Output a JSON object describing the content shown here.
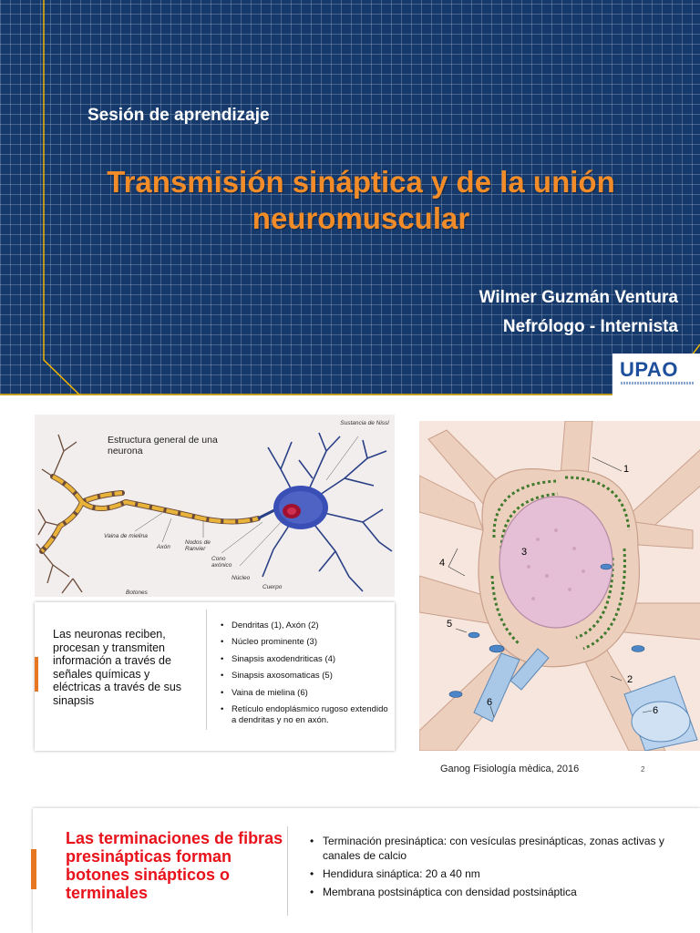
{
  "title_slide": {
    "subtitle": "Sesión de aprendizaje",
    "title": "Transmisión sináptica y de la unión neuromuscular",
    "author": "Wilmer Guzmán Ventura",
    "role": "Nefrólogo - Internista",
    "logo": "UPAO"
  },
  "neuron_figure": {
    "heading": "Estructura general de una neurona",
    "labels": {
      "nissl": "Sustancia de Nissl",
      "myelin": "Vaina de mielina",
      "axon": "Axón",
      "ranvier": "Nodos de Ranvier",
      "cone": "Cono axónico",
      "nucleus": "Núcleo",
      "body": "Cuerpo",
      "buttons": "Botones"
    }
  },
  "neuron_info": {
    "description": "Las neuronas reciben, procesan y transmiten información a través de señales químicas y eléctricas a través de sus sinapsis",
    "items": [
      "Dendritas (1), Axón (2)",
      "Núcleo prominente (3)",
      "Sinapsis axodendriticas (4)",
      "Sinapsis axosomaticas (5)",
      "Vaina de mielina (6)",
      "Retículo endoplásmico rugoso extendido a dendritas y no en axón."
    ]
  },
  "cell_figure": {
    "numbers": [
      "1",
      "2",
      "3",
      "4",
      "5",
      "6",
      "6"
    ],
    "caption": "Ganog Fisiología mèdica, 2016",
    "page": "2"
  },
  "terminal_slide": {
    "headline": "Las terminaciones de fibras presinápticas forman botones sinápticos o terminales",
    "items": [
      "Terminación presináptica: con vesículas presinápticas, zonas activas y canales de calcio",
      "Hendidura sináptica: 20 a 40 nm",
      "Membrana postsináptica con densidad postsináptica"
    ]
  },
  "colors": {
    "navy": "#16396b",
    "orange": "#f28c28",
    "red": "#e8121b",
    "accent": "#e87722"
  }
}
